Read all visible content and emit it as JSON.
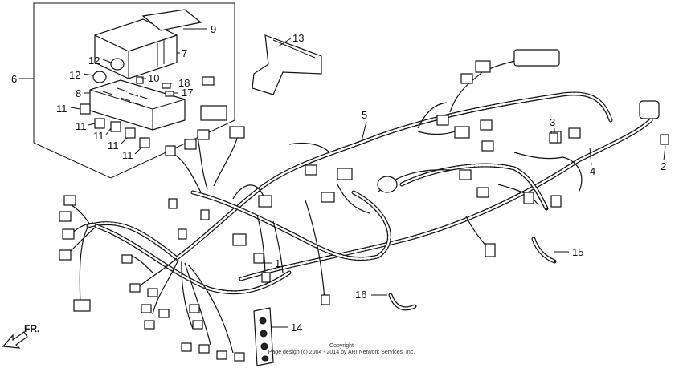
{
  "callouts": {
    "c1": "1",
    "c2": "2",
    "c3": "3",
    "c4": "4",
    "c5": "5",
    "c6": "6",
    "c7": "7",
    "c8": "8",
    "c9": "9",
    "c10": "10",
    "c11a": "11",
    "c11b": "11",
    "c11c": "11",
    "c11d": "11",
    "c11e": "11",
    "c12a": "12",
    "c12b": "12",
    "c13": "13",
    "c14": "14",
    "c15": "15",
    "c16": "16",
    "c17": "17",
    "c18": "18"
  },
  "direction": {
    "label": "FR."
  },
  "copyright": {
    "line1": "Copyright",
    "line2": "Page design (c) 2004 - 2014 by ARI Network Services, Inc."
  }
}
